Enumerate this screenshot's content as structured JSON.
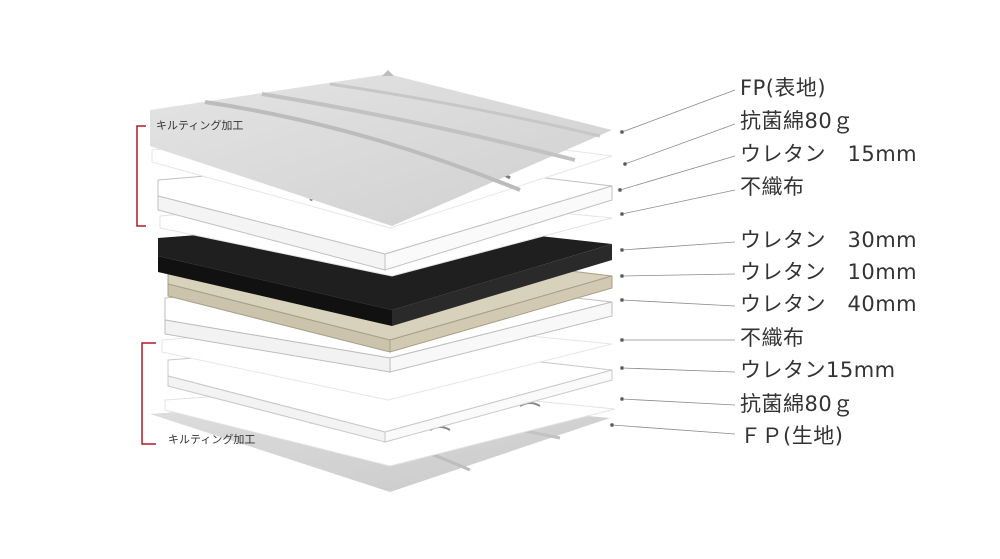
{
  "layers": [
    {
      "label": "FP(表地)"
    },
    {
      "label": "抗菌綿80ｇ"
    },
    {
      "label": "ウレタン　15mm"
    },
    {
      "label": "不織布"
    },
    {
      "label": "ウレタン　30mm"
    },
    {
      "label": "ウレタン　10mm"
    },
    {
      "label": "ウレタン　40mm"
    },
    {
      "label": "不織布"
    },
    {
      "label": "ウレタン15mm"
    },
    {
      "label": "抗菌綿80ｇ"
    },
    {
      "label": "ＦＰ(生地)"
    }
  ],
  "groups": [
    {
      "label": "キルティング加工"
    },
    {
      "label": "キルティング加工"
    }
  ],
  "colors": {
    "fabric": "#d6d6d6",
    "foam_white": "#ffffff",
    "foam_black": "#1f1f1f",
    "foam_beige": "#d8d1bc",
    "bracket": "#b0192a",
    "leader": "#8a8a8a"
  }
}
